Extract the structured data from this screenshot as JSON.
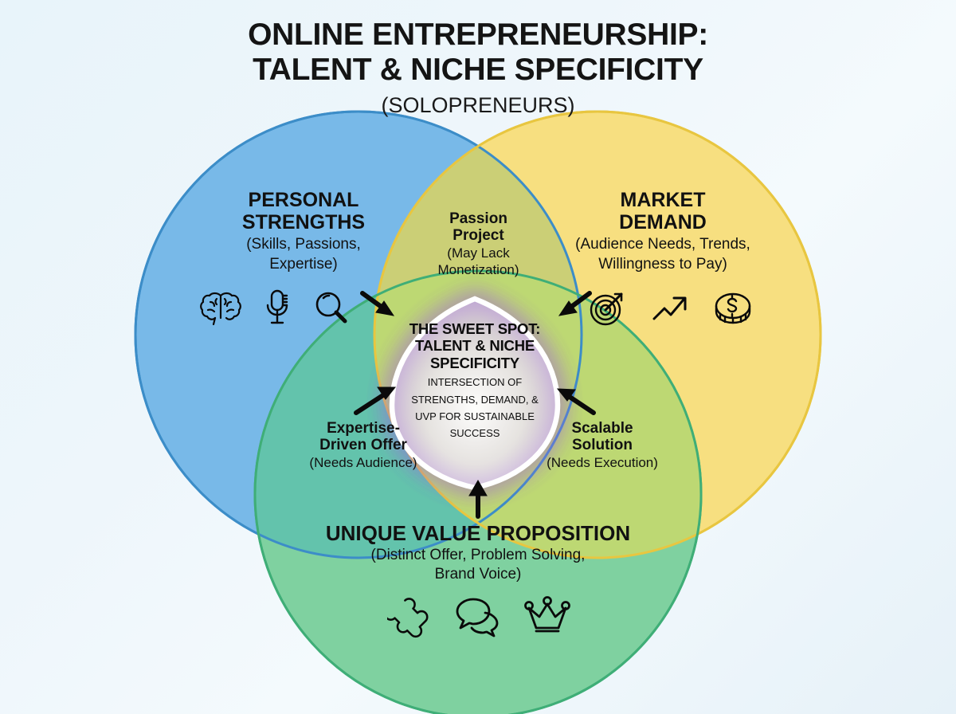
{
  "title": {
    "line1": "ONLINE ENTREPRENEURSHIP:",
    "line2": "TALENT & NICHE SPECIFICITY",
    "subtitle": "(SOLOPRENEURS)"
  },
  "colors": {
    "background": "#e8f4fa",
    "personal_strengths_fill": "#78b9e8",
    "personal_strengths_stroke": "#3c8dc8",
    "market_demand_fill": "#f7df80",
    "market_demand_stroke": "#e8c640",
    "uvp_fill": "#7fd1a0",
    "uvp_stroke": "#3fae77",
    "sweet_spot_stroke": "#ffffff",
    "sweet_spot_glow": "#a05fe0",
    "text": "#111111"
  },
  "circles": [
    {
      "id": "personal-strengths",
      "heading": "PERSONAL\nSTRENGTHS",
      "heading_line1": "PERSONAL",
      "heading_line2": "STRENGTHS",
      "subtitle_line1": "(Skills, Passions,",
      "subtitle_line2": "Expertise)",
      "icons": [
        "brain-icon",
        "microphone-icon",
        "magnifier-icon"
      ]
    },
    {
      "id": "market-demand",
      "heading_line1": "MARKET",
      "heading_line2": "DEMAND",
      "subtitle_line1": "(Audience Needs, Trends,",
      "subtitle_line2": "Willingness to Pay)",
      "icons": [
        "target-icon",
        "growth-arrow-icon",
        "dollar-coin-icon"
      ]
    },
    {
      "id": "unique-value-proposition",
      "heading_line1": "UNIQUE VALUE PROPOSITION",
      "subtitle_line1": "(Distinct Offer, Problem Solving,",
      "subtitle_line2": "Brand Voice)",
      "icons": [
        "puzzle-piece-icon",
        "speech-bubbles-icon",
        "crown-icon"
      ]
    }
  ],
  "overlaps": {
    "top": {
      "heading_line1": "Passion",
      "heading_line2": "Project",
      "subtitle_line1": "(May Lack",
      "subtitle_line2": "Monetization)"
    },
    "bottom_left": {
      "heading_line1": "Expertise-",
      "heading_line2": "Driven Offer",
      "subtitle_line1": "(Needs Audience)"
    },
    "bottom_right": {
      "heading_line1": "Scalable",
      "heading_line2": "Solution",
      "subtitle_line1": "(Needs Execution)"
    }
  },
  "center": {
    "heading_line1": "THE SWEET SPOT:",
    "heading_line2": "TALENT & NICHE",
    "heading_line3": "SPECIFICITY",
    "subtitle_line1": "INTERSECTION OF",
    "subtitle_line2": "STRENGTHS, DEMAND, &",
    "subtitle_line3": "UVP FOR SUSTAINABLE",
    "subtitle_line4": "SUCCESS"
  },
  "arrows": [
    {
      "name": "arrow-to-center-from-left",
      "direction": "down-right"
    },
    {
      "name": "arrow-to-center-from-right",
      "direction": "down-left"
    },
    {
      "name": "arrow-to-center-from-bottom-left",
      "direction": "up-right"
    },
    {
      "name": "arrow-to-center-from-bottom-right",
      "direction": "up-left"
    },
    {
      "name": "arrow-to-center-from-bottom",
      "direction": "up"
    }
  ]
}
